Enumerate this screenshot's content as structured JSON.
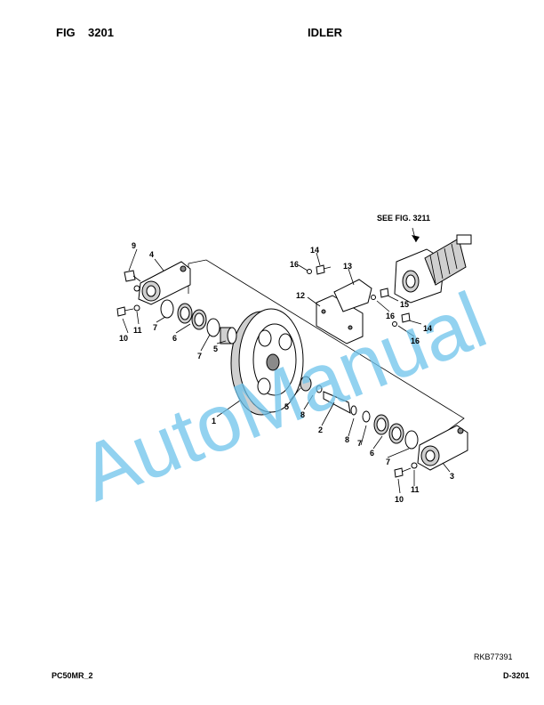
{
  "header": {
    "fig_label": "FIG",
    "fig_number": "3201",
    "title": "IDLER"
  },
  "diagram": {
    "see_reference": "SEE FIG. 3211",
    "watermark": "AutoManual",
    "watermark_color": "#6ec3ec",
    "callouts": {
      "p1": "1",
      "p2": "2",
      "p3": "3",
      "p4": "4",
      "p5a": "5",
      "p5b": "5",
      "p6a": "6",
      "p6b": "6",
      "p7a": "7",
      "p7b": "7",
      "p7c": "7",
      "p7d": "7",
      "p8a": "8",
      "p8b": "8",
      "p9": "9",
      "p10a": "10",
      "p10b": "10",
      "p11a": "11",
      "p11b": "11",
      "p12": "12",
      "p13": "13",
      "p14a": "14",
      "p14b": "14",
      "p15": "15",
      "p16a": "16",
      "p16b": "16",
      "p16c": "16"
    }
  },
  "ref_code": "RKB77391",
  "footer": {
    "model": "PC50MR_2",
    "page": "D-3201"
  }
}
